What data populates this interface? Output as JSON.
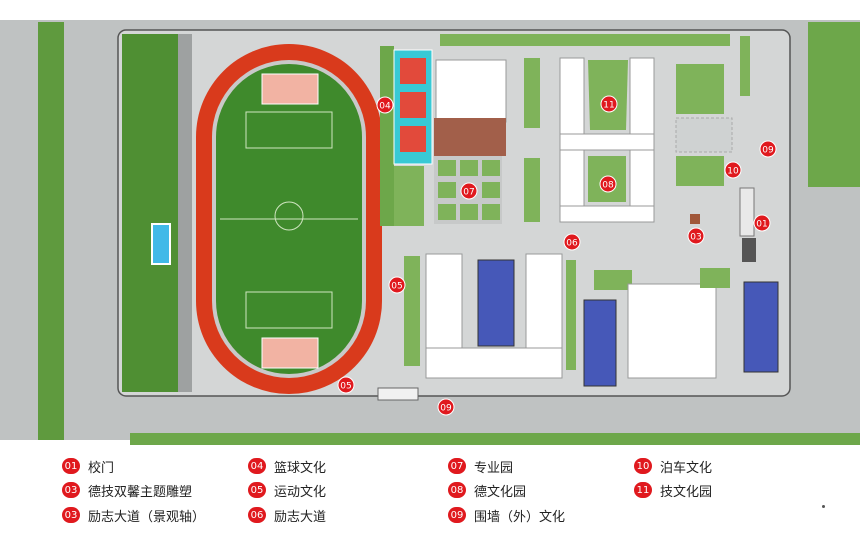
{
  "colors": {
    "marker": "#e0191e",
    "track": "#d93a1c",
    "field": "#3f8a2c",
    "lawn": "#7fb35a",
    "road": "#b9bcbc",
    "roof_blue": "#4658b8",
    "building": "#ffffff"
  },
  "plan": {
    "markers": [
      {
        "id": "m04",
        "label": "04"
      },
      {
        "id": "m11",
        "label": "11"
      },
      {
        "id": "m09a",
        "label": "09"
      },
      {
        "id": "m10",
        "label": "10"
      },
      {
        "id": "m07",
        "label": "07"
      },
      {
        "id": "m08",
        "label": "08"
      },
      {
        "id": "m01",
        "label": "01"
      },
      {
        "id": "m03",
        "label": "03"
      },
      {
        "id": "m06",
        "label": "06"
      },
      {
        "id": "m05a",
        "label": "05"
      },
      {
        "id": "m05b",
        "label": "05"
      },
      {
        "id": "m09b",
        "label": "09"
      }
    ]
  },
  "legend": {
    "items": [
      {
        "num": "01",
        "text": "校门"
      },
      {
        "num": "04",
        "text": "篮球文化"
      },
      {
        "num": "07",
        "text": "专业园"
      },
      {
        "num": "10",
        "text": "泊车文化"
      },
      {
        "num": "03",
        "text": "德技双馨主题雕塑"
      },
      {
        "num": "05",
        "text": "运动文化"
      },
      {
        "num": "08",
        "text": "德文化园"
      },
      {
        "num": "11",
        "text": "技文化园"
      },
      {
        "num": "03",
        "text": "励志大道（景观轴）"
      },
      {
        "num": "06",
        "text": "励志大道"
      },
      {
        "num": "09",
        "text": "围墙（外）文化"
      }
    ]
  }
}
